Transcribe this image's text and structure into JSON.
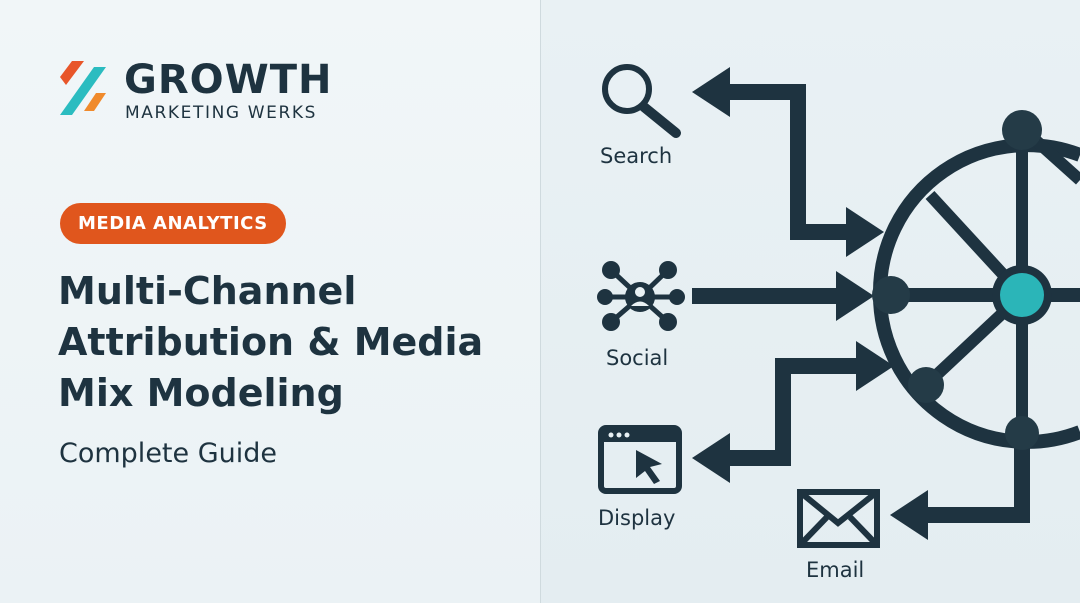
{
  "brand": {
    "name": "GROWTH",
    "tagline": "MARKETING WERKS",
    "colors": {
      "orange": "#e8562a",
      "teal": "#2bbcc0",
      "navy": "#1e3340"
    }
  },
  "badge": {
    "label": "MEDIA ANALYTICS",
    "color": "#e0561d"
  },
  "headline": {
    "lines": [
      "Multi-Channel",
      "Attribution & Media",
      "Mix Modeling"
    ]
  },
  "subtitle": "Complete Guide",
  "channels": {
    "search": {
      "label": "Search",
      "icon": "magnifier-icon"
    },
    "social": {
      "label": "Social",
      "icon": "network-person-icon"
    },
    "display": {
      "label": "Display",
      "icon": "browser-cursor-icon"
    },
    "email": {
      "label": "Email",
      "icon": "envelope-icon"
    }
  },
  "hub": {
    "icon": "network-hub-icon",
    "accent": "#2bb5b8"
  }
}
